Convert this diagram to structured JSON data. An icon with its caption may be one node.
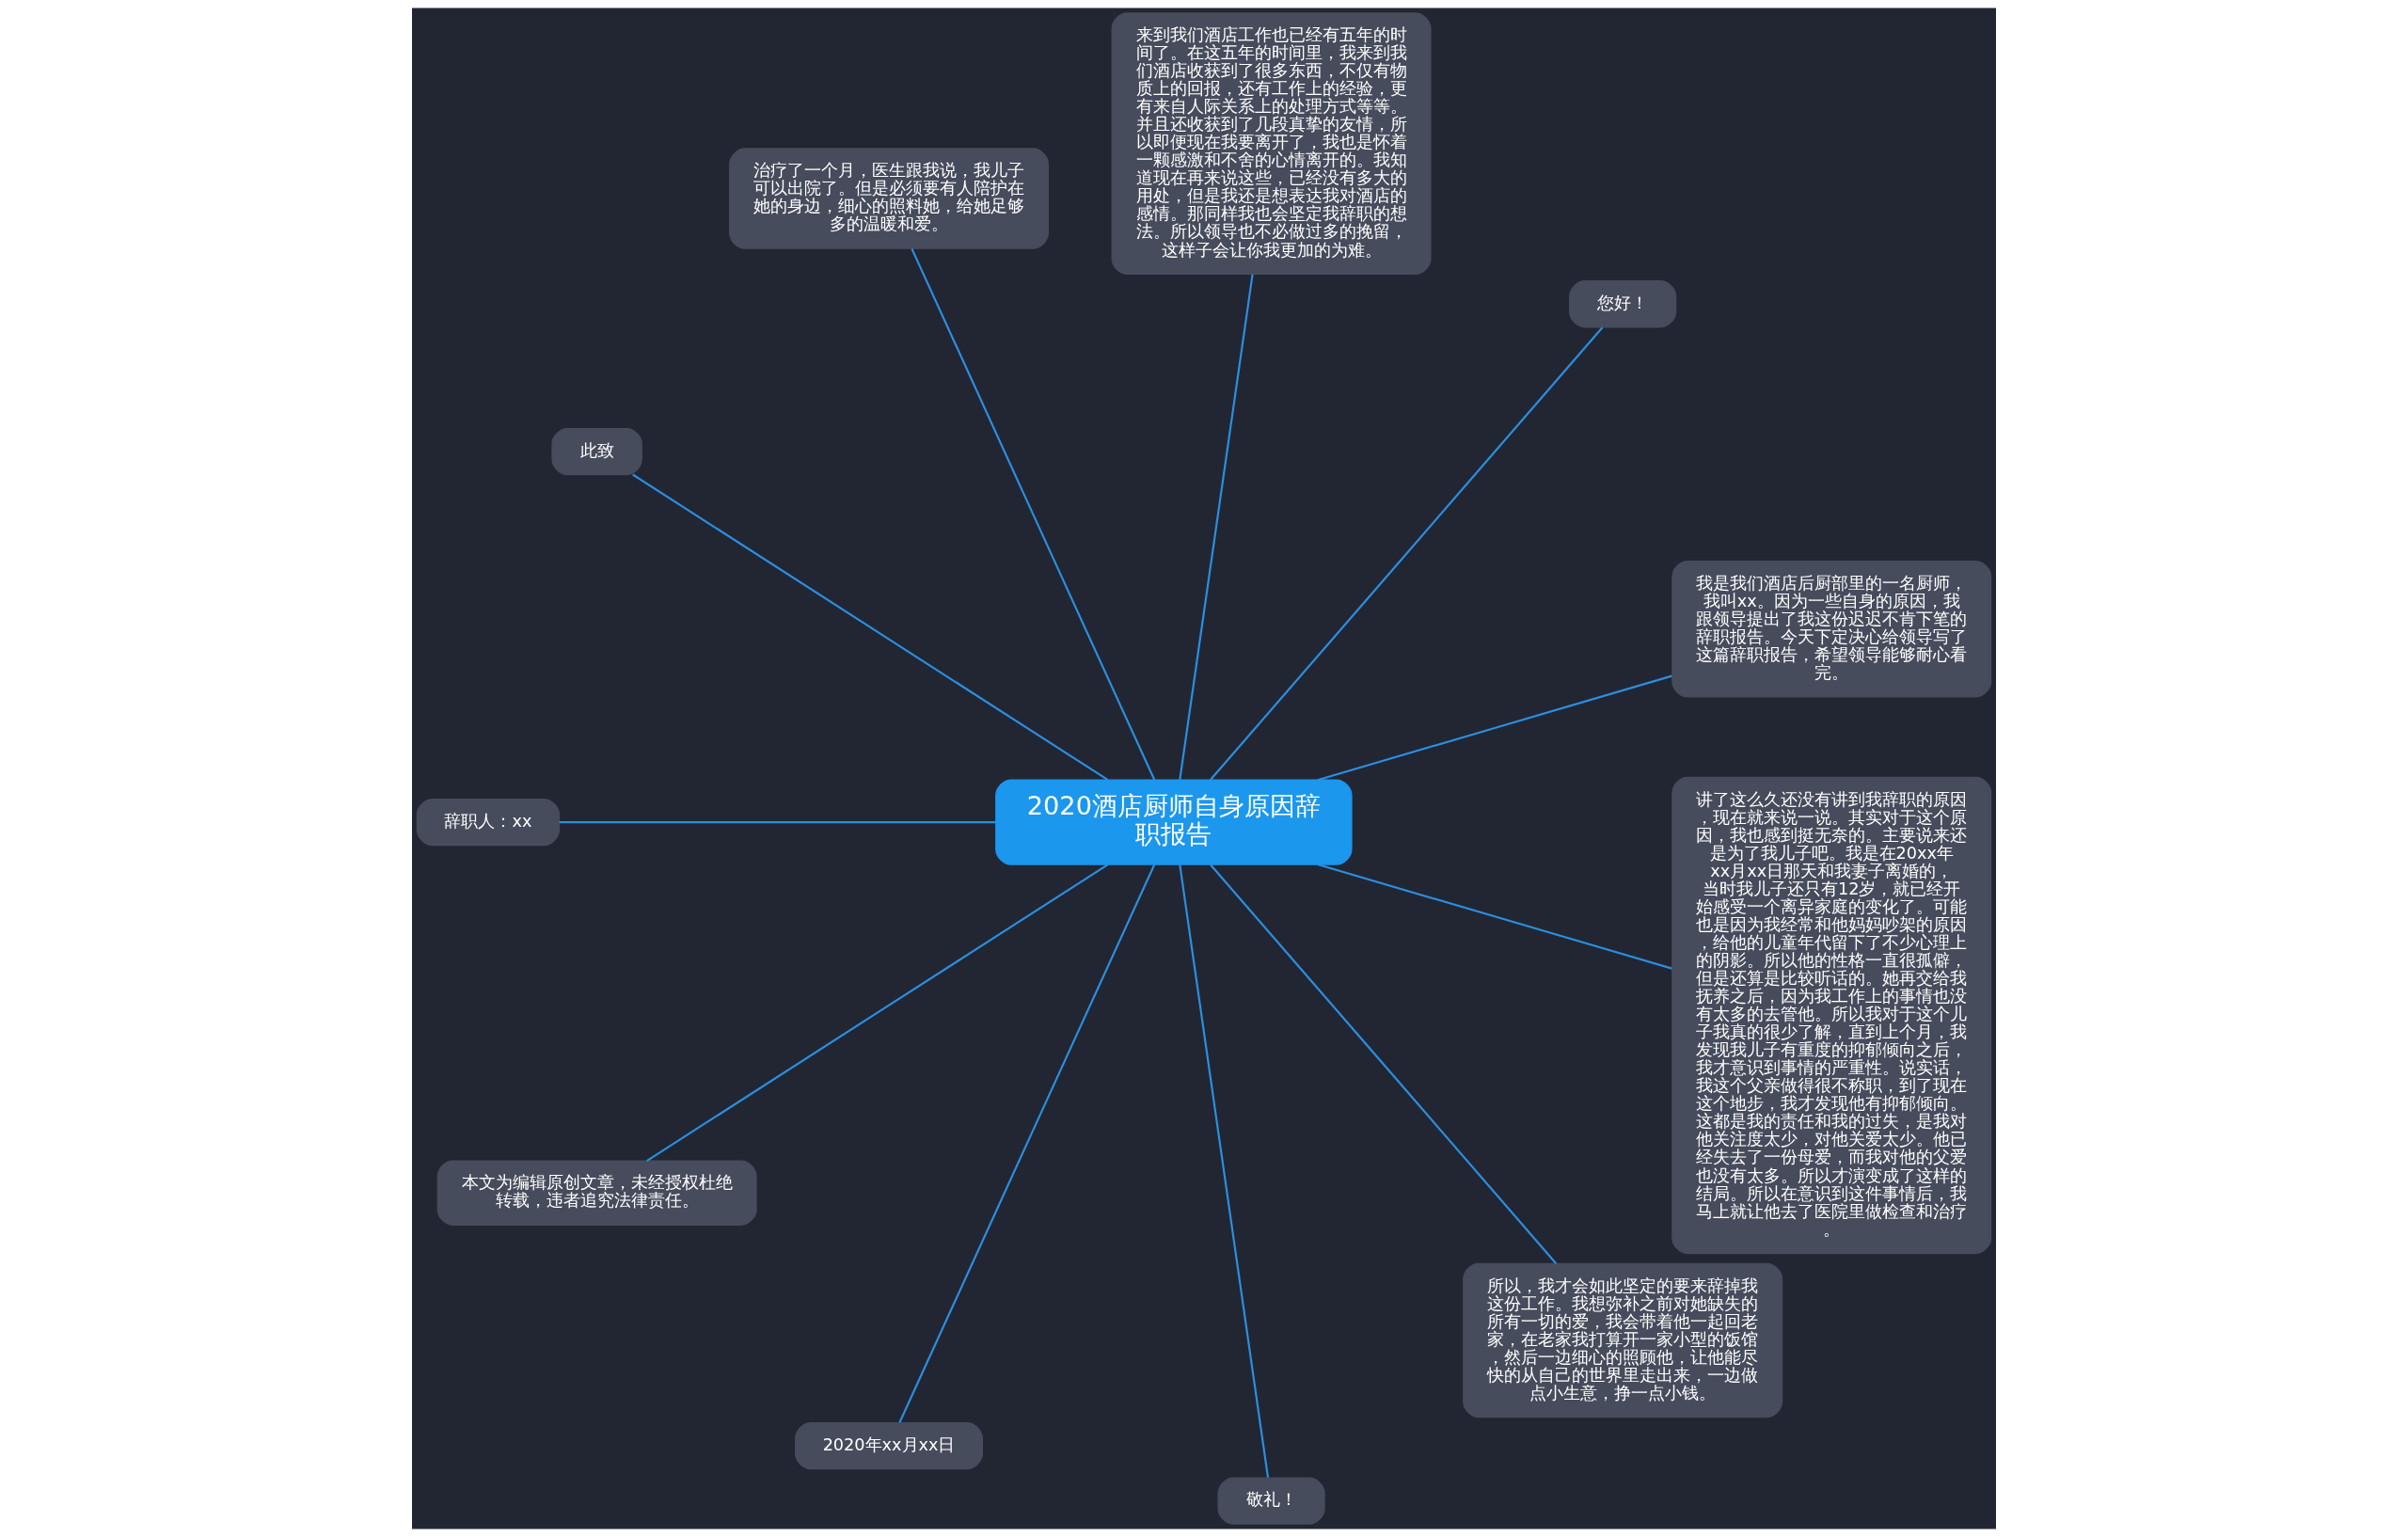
{
  "diagram": {
    "nodes": [
      {
        "text": [
          "2020酒店厨师自身原因辞职报告"
        ]
      },
      {
        "text": [
          "我是我们酒店后厨部里的一名厨师，我叫xx。因为一些自身的原因，我跟领导提出了我这份迟迟不肯下笔的辞职报告。今天下定决心给领导写了这篇辞职报告，希望领导能够耐心看完。"
        ]
      },
      {
        "text": [
          "您好！"
        ]
      },
      {
        "text": [
          "来到我们酒店工作也已经有五年的时间了。在这五年的时间里，我来到我们酒店收获到了很多东西，不仅有物质上的回报，还有工作上的经验，更有来自人际关系上的处理方式等等。并且还收获到了几段真挚的友情，所以即便现在我要离开了，我也是怀着一颗感激和不舍的心情离开的。我知道现在再来说这些，已经没有多大的用处，但是我还是想表达我对酒店的感情。那同样我也会坚定我辞职的想法。所以领导也不必做过多的挽留，这样子会让你我更加的为难。"
        ]
      },
      {
        "text": [
          "治疗了一个月，医生跟我说，我儿子可以出院了。但是必须要有人陪护在她的身边，细心的照料她，给她足够多的温暖和爱。"
        ]
      },
      {
        "text": [
          "此致"
        ]
      },
      {
        "text": [
          "辞职人：xx"
        ]
      },
      {
        "text": [
          "本文为编辑原创文章，未经授权杜绝转载，违者追究法律责任。"
        ]
      },
      {
        "text": [
          "2020年xx月xx日"
        ]
      },
      {
        "text": [
          "敬礼！"
        ]
      },
      {
        "text": [
          "所以，我才会如此坚定的要来辞掉我这份工作。我想弥补之前对她缺失的所有一切的爱，我会带着他一起回老家，在老家我打算开一家小型的饭馆，然后一边细心的照顾他，让他能尽快的从自己的世界里走出来，一边做点小生意，挣一点小钱。"
        ]
      },
      {
        "text": [
          "讲了这么久还没有讲到我辞职的原因，现在就来说一说。其实对于这个原因，我也感到挺无奈的。主要说来还是为了我儿子吧。我是在20xx年xx月xx日那天和我妻子离婚的，当时我儿子还只有12岁，就已经开始感受一个离异家庭的变化了。可能也是因为我经常和他妈妈吵架的原因，给他的儿童年代留下了不少心理上的阴影。所以他的性格一直很孤僻，但是还算是比较听话的。她再交给我抚养之后，因为我工作上的事情也没有太多的去管他。所以我对于这个儿子我真的很少了解，直到上个月，我发现我儿子有重度的抑郁倾向之后，我才意识到事情的严重性。说实话，我这个父亲做得很不称职，到了现在这个地步，我才发现他有抑郁倾向。这都是我的责任和我的过失，是我对他关注度太少，对他关爱太少。他已经失去了一份母爱，而我对他的父爱也没有太多。所以才演变成了这样的结局。所以在意识到这件事情后，我马上就让他去了医院里做检查和治疗。"
        ]
      }
    ],
    "edges": [
      {
        "from": 0,
        "to": 1,
        "arrow": "none"
      },
      {
        "from": 0,
        "to": 2,
        "arrow": "none"
      },
      {
        "from": 0,
        "to": 3,
        "arrow": "none"
      },
      {
        "from": 0,
        "to": 4,
        "arrow": "none"
      },
      {
        "from": 0,
        "to": 5,
        "arrow": "none"
      },
      {
        "from": 0,
        "to": 6,
        "arrow": "none"
      },
      {
        "from": 0,
        "to": 7,
        "arrow": "none"
      },
      {
        "from": 0,
        "to": 8,
        "arrow": "none"
      },
      {
        "from": 0,
        "to": 9,
        "arrow": "none"
      },
      {
        "from": 0,
        "to": 10,
        "arrow": "none"
      },
      {
        "from": 0,
        "to": 11,
        "arrow": "none"
      }
    ]
  }
}
